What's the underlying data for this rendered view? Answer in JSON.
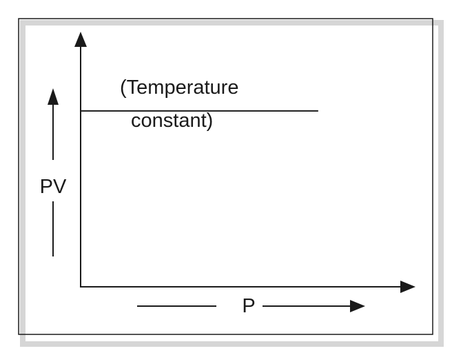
{
  "chart_data": {
    "type": "line",
    "title": "",
    "annotation_lines": [
      "(Temperature",
      "constant)"
    ],
    "xlabel": "P",
    "ylabel": "PV",
    "x_ticks": [],
    "y_ticks": [],
    "grid": false,
    "legend": "none",
    "series": [
      {
        "x": [
          0,
          1
        ],
        "y": [
          1,
          1
        ]
      }
    ],
    "xlim": [
      0,
      1.36
    ],
    "ylim": [
      0,
      1.45
    ]
  },
  "colors": {
    "ink": "#1a1a1a",
    "frame_shadow": "#d6d6d6",
    "background": "#ffffff"
  }
}
